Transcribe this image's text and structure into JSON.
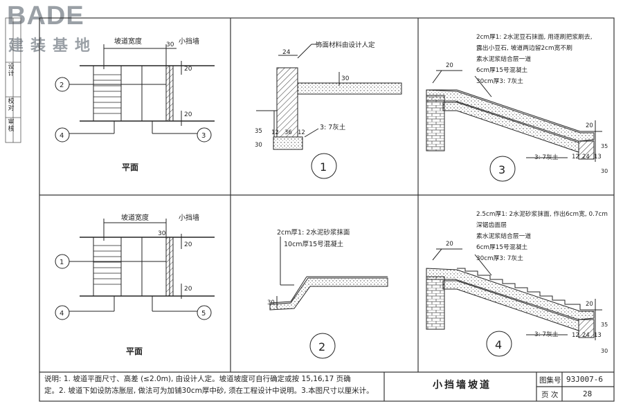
{
  "logo": {
    "brand": "BADE",
    "sub": "建装基地"
  },
  "side_column": {
    "labels": [
      "建",
      "装",
      "基",
      "地",
      "设计",
      "校对",
      "审核"
    ]
  },
  "panels": {
    "plan_top": {
      "width_label": "坡道宽度",
      "wall_label": "小挡墙",
      "dims": [
        "30",
        "20",
        "20"
      ],
      "markers": [
        "2",
        "4",
        "3"
      ],
      "caption": "平面"
    },
    "plan_bottom": {
      "width_label": "坡道宽度",
      "wall_label": "小挡墙",
      "dims": [
        "30",
        "20",
        "20"
      ],
      "markers": [
        "1",
        "4",
        "5"
      ],
      "caption": "平面"
    },
    "detail1": {
      "note": "饰面材料由设计人定",
      "dims": [
        "24",
        "30",
        "12",
        "36",
        "12",
        "35",
        "30"
      ],
      "soil": "3: 7灰土",
      "number": "1"
    },
    "detail2": {
      "layers": [
        "2cm厚1: 2水泥砂浆抹面",
        "10cm厚15号混凝土"
      ],
      "dim": "30",
      "number": "2"
    },
    "detail3": {
      "layers": [
        "2cm厚1: 2水泥豆石抹面, 用逐刷把浆刷去,",
        "露出小豆石, 坡道两边留2cm宽不刷",
        "素水泥浆结合层一道",
        "6cm厚15号混凝土",
        "30cm厚3: 7灰土"
      ],
      "dims": [
        "20",
        "20",
        "12",
        "24",
        "13",
        "35",
        "30"
      ],
      "soil": "3: 7灰土",
      "number": "3"
    },
    "detail4": {
      "layers": [
        "2.5cm厚1: 2水泥砂浆抹面, 作出6cm宽, 0.7cm",
        "深锯齿面层",
        "素水泥浆结合层一道",
        "6cm厚15号混凝土",
        "30cm厚3: 7灰土"
      ],
      "dims": [
        "20",
        "20",
        "12",
        "24",
        "13",
        "35",
        "30"
      ],
      "soil": "3: 7灰土",
      "number": "4"
    }
  },
  "notes": {
    "line1": "说明: 1. 坡道平面尺寸、高差 (≤2.0m), 由设计人定。坡道坡度可自行确定或按 15,16,17 页确",
    "line2": "定。2. 坡道下如设防冻胀层, 做法可为加铺30cm厚中砂, 须在工程设计中说明。3.本图尺寸以厘米计。"
  },
  "title_block": {
    "title": "小挡墙坡道",
    "atlas_label": "图集号",
    "atlas_value": "93J007-6",
    "page_label": "页 次",
    "page_value": "28"
  }
}
